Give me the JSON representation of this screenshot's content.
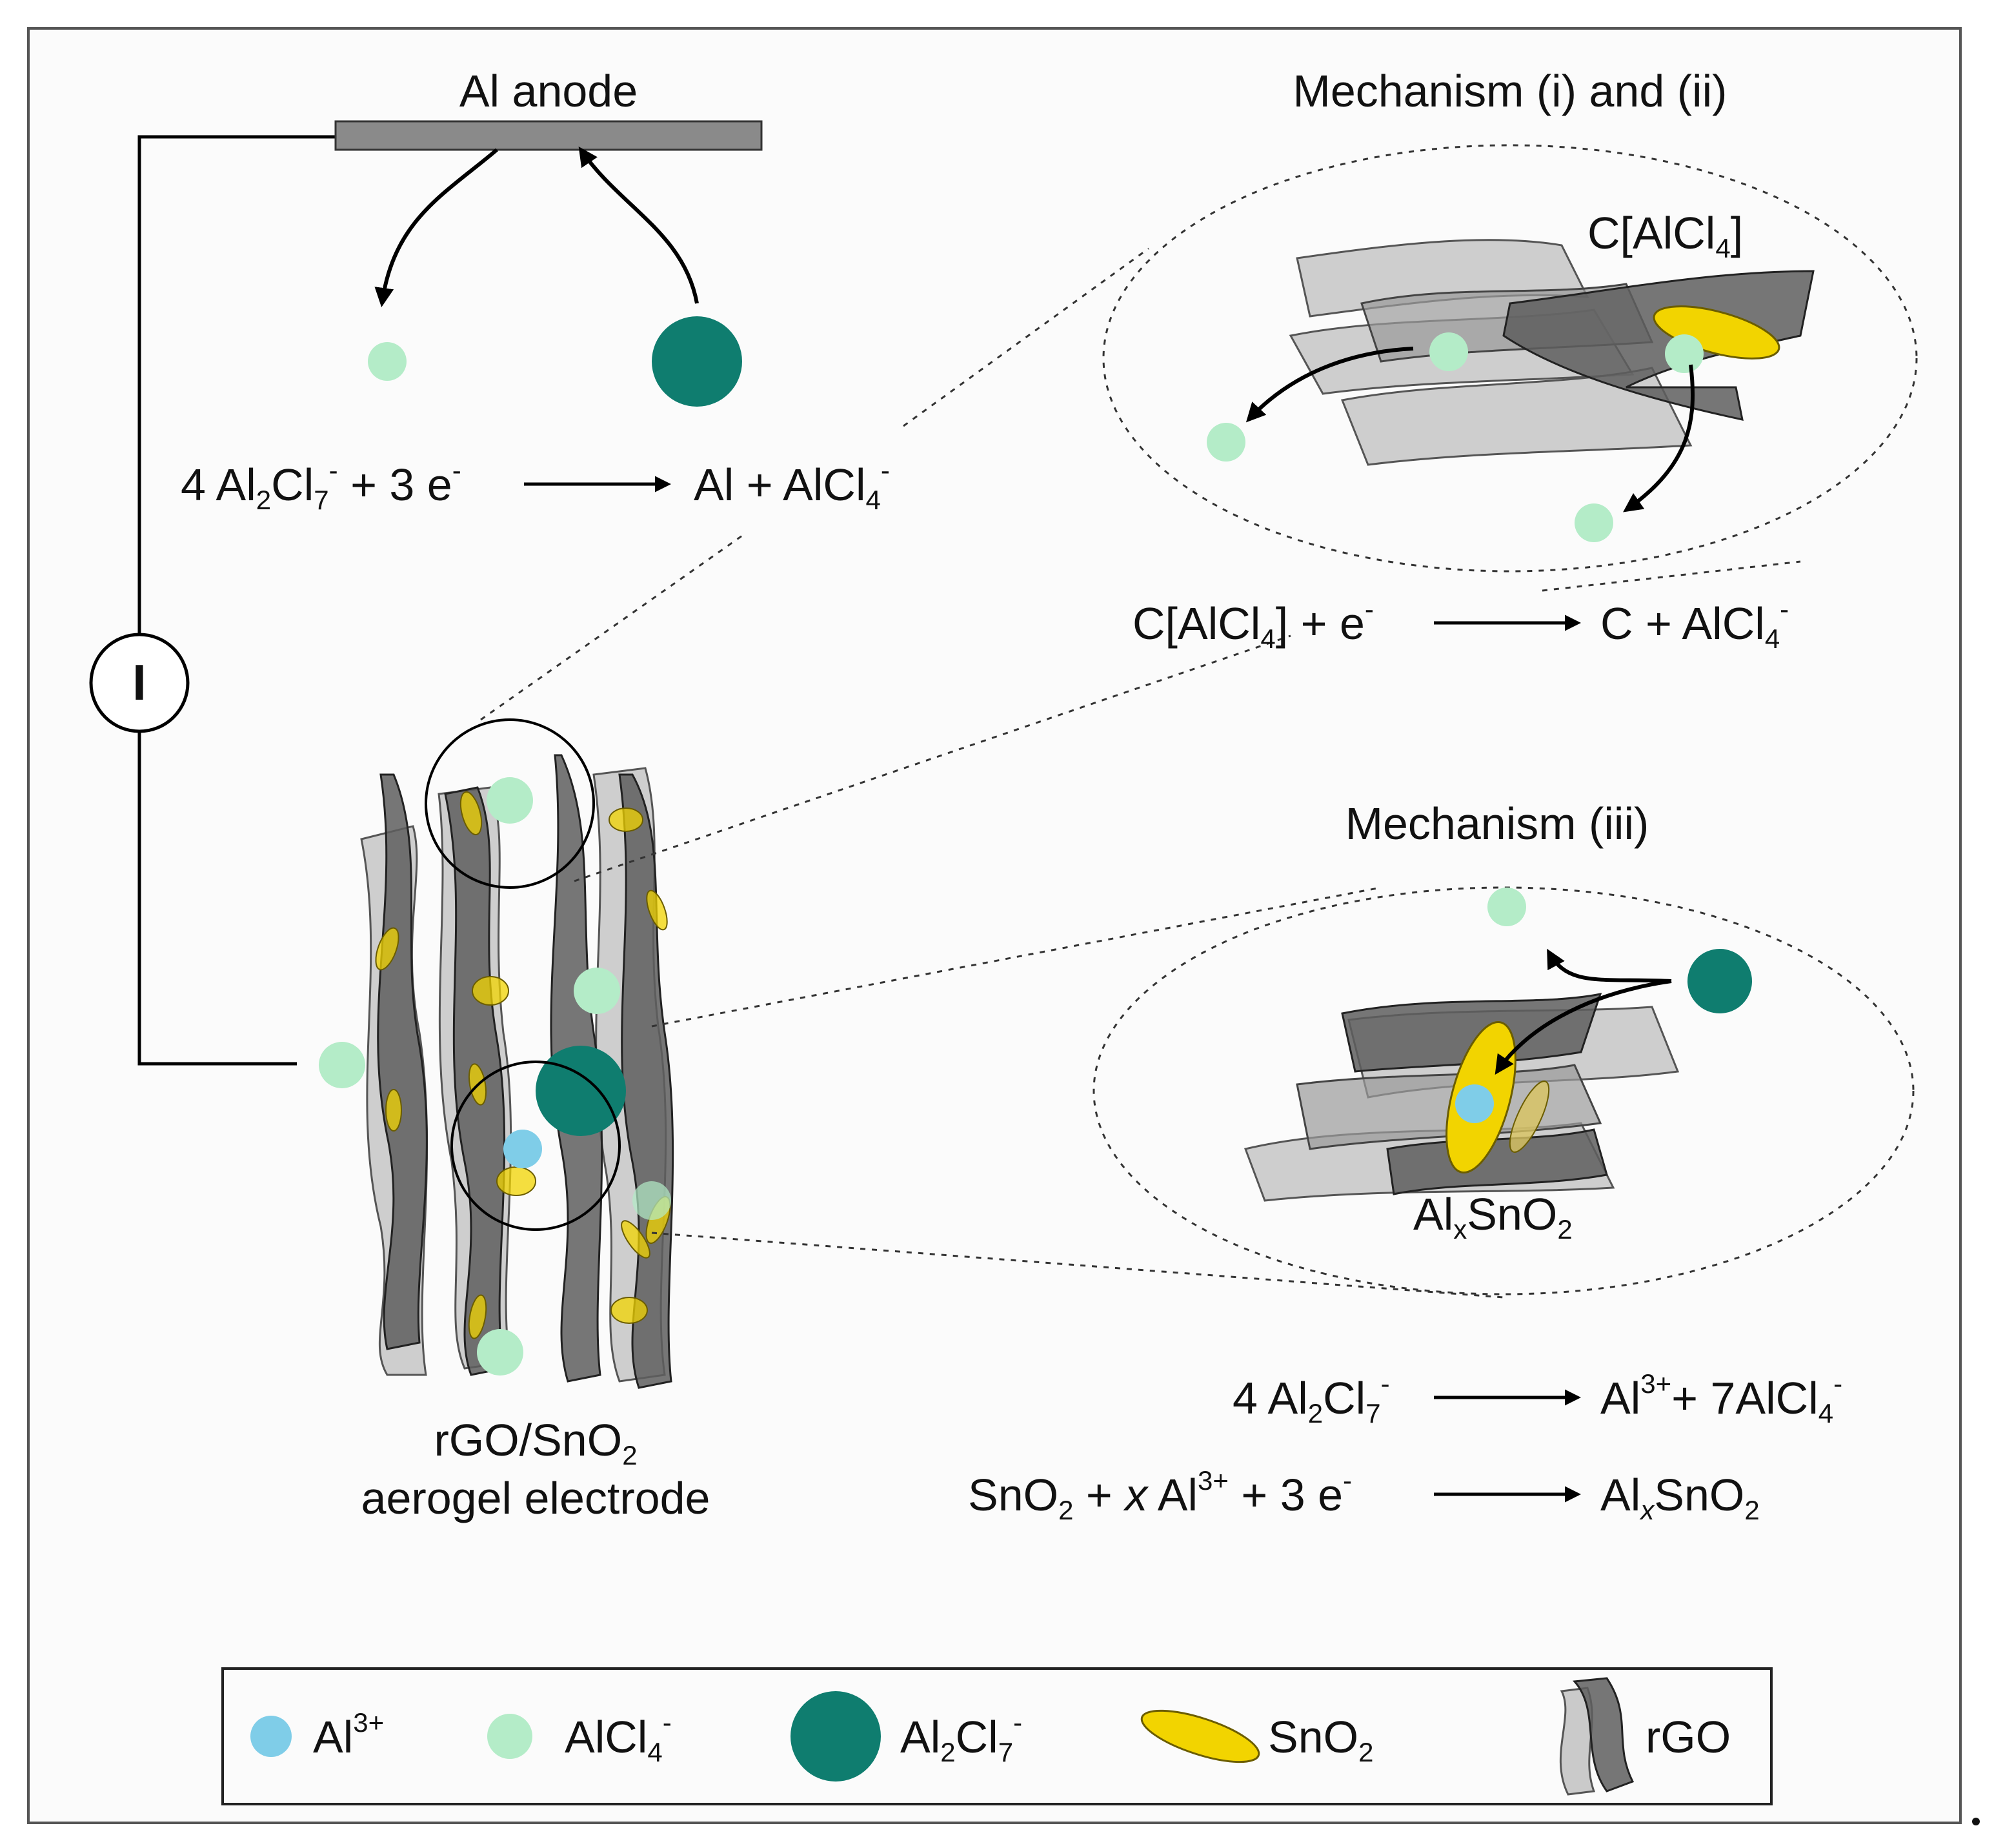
{
  "anode": {
    "label": "Al anode",
    "reaction": {
      "lhs_coef": "4",
      "lhs_sp1": "Al",
      "lhs_sub1": "2",
      "lhs_sp2": "Cl",
      "lhs_sub2": "7",
      "lhs_sup": "-",
      "plus": "+ 3 e",
      "e_sup": "-",
      "rhs1": "Al + AlCl",
      "rhs_sub": "4",
      "rhs_sup": "-"
    }
  },
  "meter": {
    "label": "I"
  },
  "electrode": {
    "line1": "rGO/SnO",
    "line1_sub": "2",
    "line2": "aerogel electrode"
  },
  "mech12": {
    "title": "Mechanism (i) and (ii)",
    "species": {
      "main": "C[AlCl",
      "sub": "4",
      "close": "]"
    },
    "reaction": {
      "lhs": "C[AlCl",
      "lhs_sub": "4",
      "lhs_close": "] + e",
      "e_sup": "-",
      "rhs": "C + AlCl",
      "rhs_sub": "4",
      "rhs_sup": "-"
    }
  },
  "mech3": {
    "title": "Mechanism (iii)",
    "species": {
      "a": "Al",
      "x": "x",
      "b": "SnO",
      "sub": "2"
    },
    "reaction1": {
      "coef": "4 Al",
      "sub1": "2",
      "cl": "Cl",
      "sub2": "7",
      "sup": "-",
      "rhs_al": "Al",
      "rhs_sup": "3+",
      "rhs_b": "+ 7AlCl",
      "rhs_sub": "4",
      "rhs_sup2": "-"
    },
    "reaction2": {
      "a": "SnO",
      "sub": "2",
      "b": "+ ",
      "x": "x",
      "c": " Al",
      "sup": "3+",
      "d": " + 3 e",
      "e_sup": "-",
      "rhs_al": "Al",
      "rhs_x": "x",
      "rhs_sno": "SnO",
      "rhs_sub": "2"
    }
  },
  "legend": {
    "al3": {
      "text": "Al",
      "sup": "3+"
    },
    "alcl4": {
      "text": "AlCl",
      "sub": "4",
      "sup": "-"
    },
    "al2cl7": {
      "a": "Al",
      "sub1": "2",
      "b": "Cl",
      "sub2": "7",
      "sup": "-"
    },
    "sno2": {
      "text": "SnO",
      "sub": "2"
    },
    "rgo": {
      "text": "rGO"
    }
  },
  "colors": {
    "al3": "#7fcde8",
    "alcl4": "#b4ecc8",
    "al2cl7": "#0f7d6f",
    "sno2": "#f2d400",
    "rgo_dark": "#5e5e5e",
    "rgo_light": "#b5b5b5"
  }
}
